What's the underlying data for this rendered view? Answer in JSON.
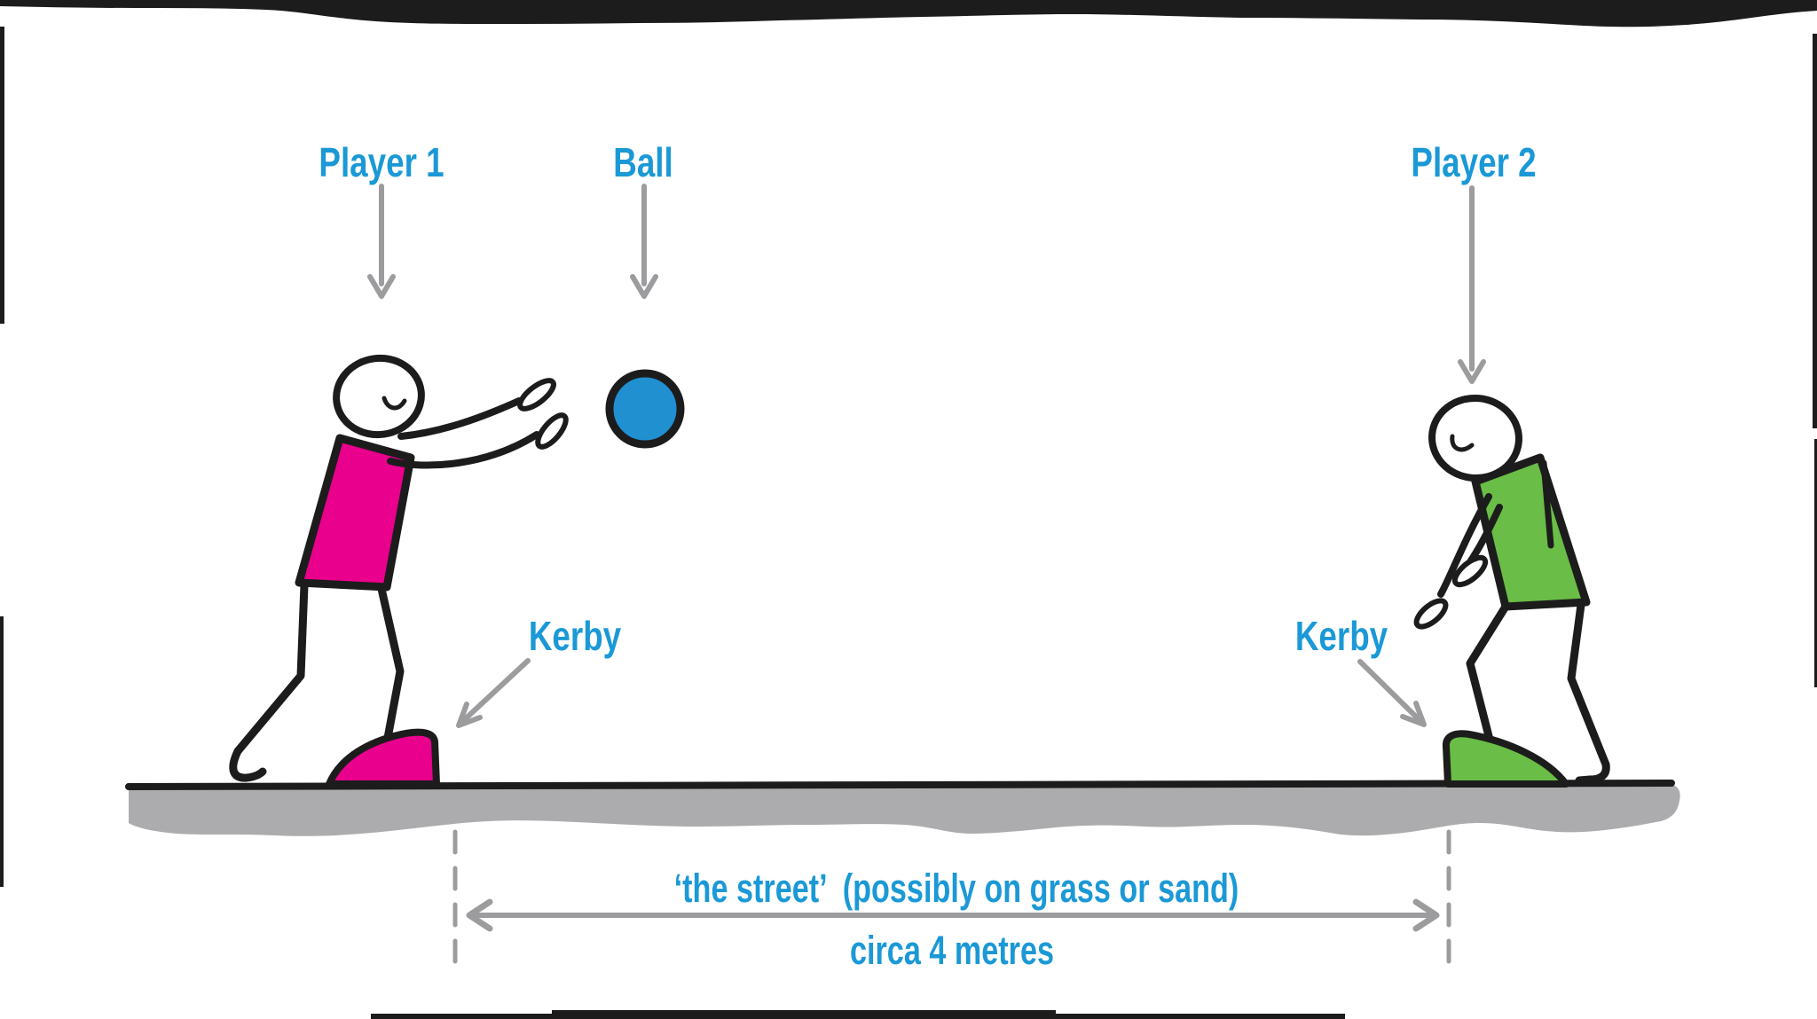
{
  "diagram": {
    "labels": {
      "player1": "Player 1",
      "ball": "Ball",
      "player2": "Player 2",
      "kerby_left": "Kerby",
      "kerby_right": "Kerby"
    },
    "captions": {
      "street": "‘the street’  (possibly on grass or sand)",
      "distance": "circa 4 metres"
    },
    "colors": {
      "label_blue": "#1B99D6",
      "shirt_pink": "#E9008D",
      "kerb_pink": "#E9008D",
      "shirt_green": "#6ABD46",
      "kerb_green": "#6ABD46",
      "ball_blue": "#2190D0",
      "street_gray": "#ACACAE",
      "arrow_gray": "#9C9C9E",
      "ink_black": "#1C1C1C"
    }
  }
}
